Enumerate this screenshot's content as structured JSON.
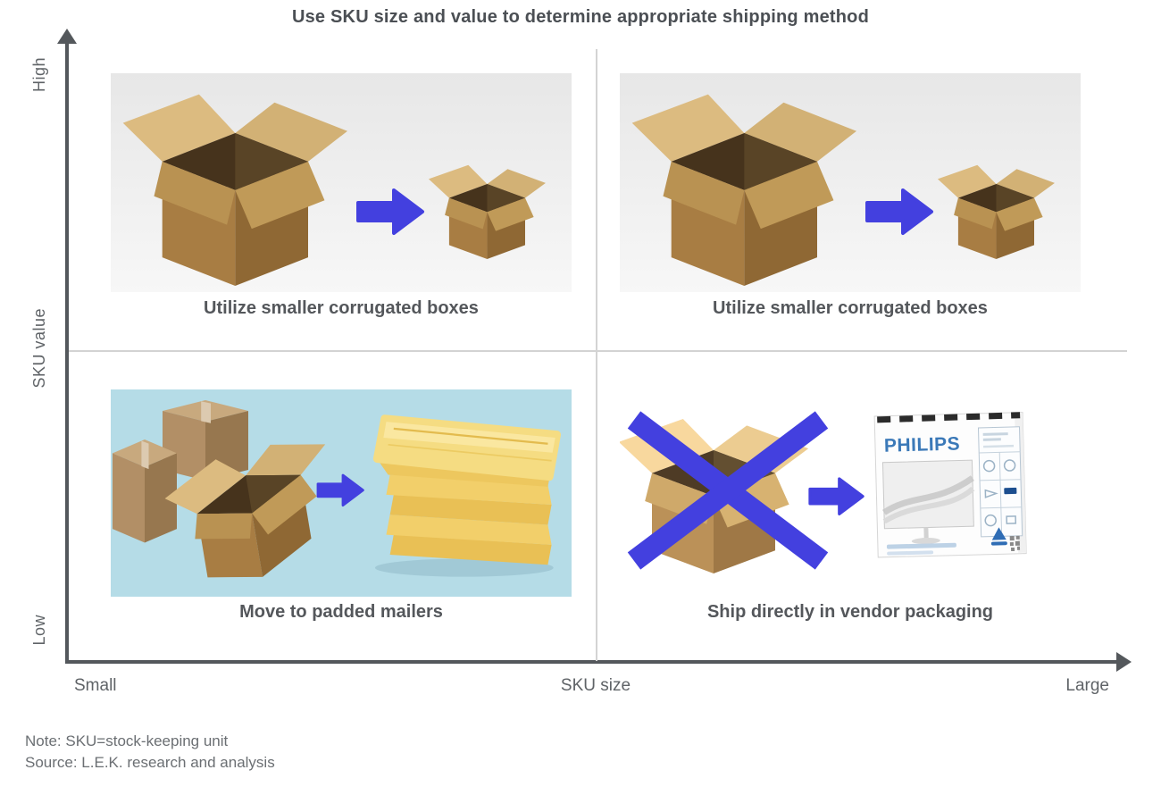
{
  "title": "Use SKU size and value to determine appropriate shipping method",
  "axes": {
    "y_axis_label": "SKU value",
    "y_high": "High",
    "y_low": "Low",
    "x_axis_label": "SKU size",
    "x_small": "Small",
    "x_large": "Large"
  },
  "quadrants": {
    "top_left": {
      "caption": "Utilize smaller corrugated boxes"
    },
    "top_right": {
      "caption": "Utilize smaller corrugated boxes"
    },
    "bottom_left": {
      "caption": "Move to padded mailers"
    },
    "bottom_right": {
      "caption": "Ship directly in vendor packaging",
      "vendor_box_brand": "PHILIPS"
    }
  },
  "footnotes": {
    "note": "Note: SKU=stock-keeping unit",
    "source": "Source: L.E.K. research and analysis"
  },
  "colors": {
    "accent_blue": "#4340df",
    "philips_blue": "#3b79b8",
    "title_text": "#4b4f54",
    "caption_text": "#54575b",
    "muted_text": "#6b6f73",
    "axis_line": "#54585c",
    "divider_line": "#d3d3d3",
    "photo_bg_gray": "#e9e9e9",
    "photo_bg_blue": "#b5dce7",
    "cardboard_brown": "#a87d43",
    "mailer_yellow": "#f5dc82"
  }
}
